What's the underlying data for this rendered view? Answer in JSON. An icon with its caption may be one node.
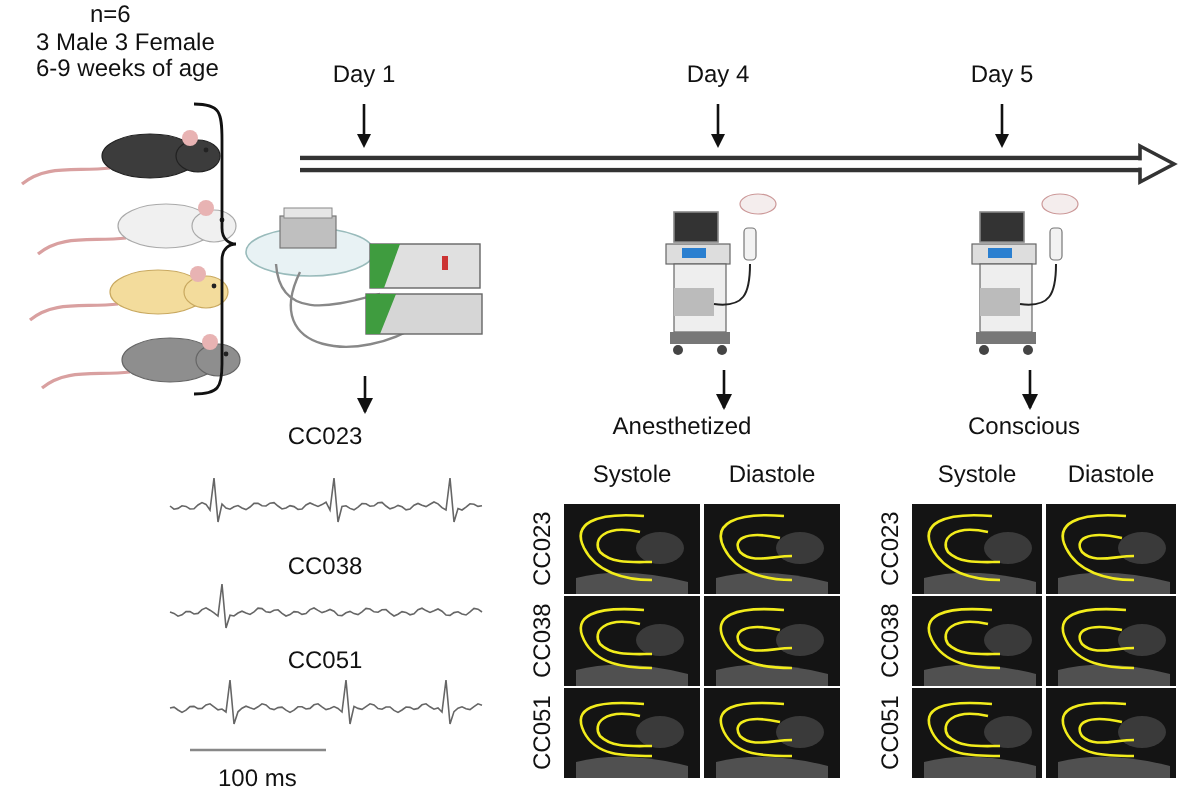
{
  "diagram": {
    "nodes": [
      {
        "text": [
          "n=6",
          "3 Male 3 Female 6-9 weeks of age"
        ]
      },
      {
        "text": [],
        "shape": "picture"
      },
      {
        "text": [],
        "shape": "picture"
      },
      {
        "text": [],
        "shape": "picture"
      },
      {
        "text": [
          "CC023",
          "CC038",
          "CC051",
          "100 ms"
        ]
      },
      {
        "text": [
          "Anesthetized",
          "Systole",
          "Diastole",
          "CC023",
          "CC038",
          "CC051"
        ]
      },
      {
        "text": [
          "Conscious",
          "Systole",
          "Diastole",
          "CC023",
          "CC038",
          "CC051"
        ]
      }
    ],
    "edges": [
      {
        "from": 1,
        "to": 4,
        "arrow": "to"
      },
      {
        "from": 2,
        "to": 5,
        "arrow": "to"
      },
      {
        "from": 3,
        "to": 6,
        "arrow": "to"
      }
    ],
    "labels": [
      "Day 1",
      "Day 4",
      "Day 5"
    ]
  }
}
